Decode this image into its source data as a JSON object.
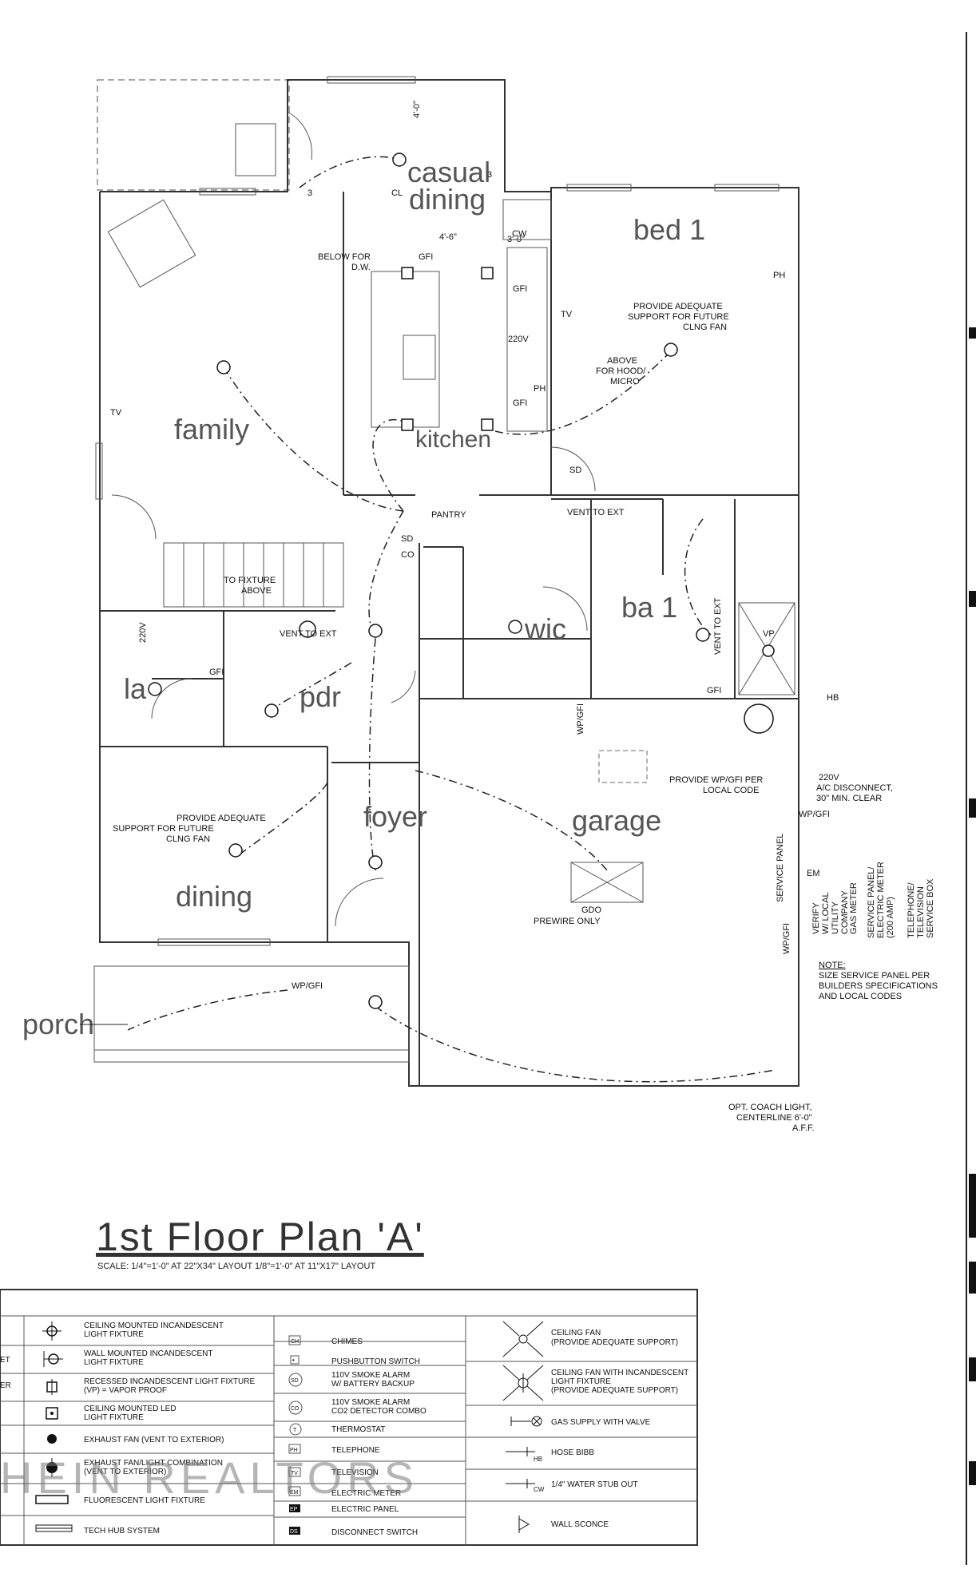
{
  "plan": {
    "title": "1st Floor Plan 'A'",
    "scale": "SCALE: 1/4\"=1'-0\" AT 22\"X34\" LAYOUT   1/8\"=1'-0\" AT 11\"X17\" LAYOUT"
  },
  "rooms": {
    "casual_dining_1": "casual",
    "casual_dining_2": "dining",
    "bed1": "bed 1",
    "family": "family",
    "kitchen": "kitchen",
    "wic": "wic",
    "ba1": "ba 1",
    "la": "la",
    "pdr": "pdr",
    "foyer": "foyer",
    "garage": "garage",
    "dining": "dining",
    "porch": "porch"
  },
  "notes": {
    "dim_4_0": "4'-0\"",
    "dim_4_6": "4'-6\"",
    "dim_3_0": "3'-0\"",
    "cl": "CL",
    "three_a": "3",
    "three_b": "3",
    "below_dw_1": "BELOW FOR",
    "below_dw_2": "D.W.",
    "gfi_a": "GFI",
    "gfi_b": "GFI",
    "gfi_c": "GFI",
    "gfi_d": "GFI",
    "gfi_e": "GFI",
    "v220_kitchen": "220V",
    "bed1_fan_1": "PROVIDE ADEQUATE",
    "bed1_fan_2": "SUPPORT FOR FUTURE",
    "bed1_fan_3": "CLNG FAN",
    "hood_1": "ABOVE",
    "hood_2": "FOR HOOD/",
    "hood_3": "MICRO",
    "pantry": "PANTRY",
    "vent_ext_ba": "VENT TO EXT",
    "vent_ext_vert": "VENT TO EXT",
    "to_fixture_1": "TO FIXTURE",
    "to_fixture_2": "ABOVE",
    "vent_ext_pdr": "VENT TO EXT",
    "v220_la": "220V",
    "wp_gfi_a": "WP/GFI",
    "wp_gfi_b": "WP/GFI",
    "wp_gfi_c": "WP/GFI",
    "wp_gfi_d": "WP/GFI",
    "hb": "HB",
    "wp_per_1": "PROVIDE WP/GFI PER",
    "wp_per_2": "LOCAL CODE",
    "ac_1": "220V",
    "ac_2": "A/C DISCONNECT,",
    "ac_3": "30\" MIN. CLEAR",
    "dining_fan_1": "PROVIDE ADEQUATE",
    "dining_fan_2": "SUPPORT FOR FUTURE",
    "dining_fan_3": "CLNG FAN",
    "gdo_1": "GDO",
    "gdo_2": "PREWIRE ONLY",
    "service_panel": "SERVICE PANEL",
    "verify_1": "VERIFY",
    "verify_2": "W/ LOCAL",
    "verify_3": "UTILITY",
    "verify_4": "COMPANY",
    "gas_meter": "GAS METER",
    "svc_elec_1": "SERVICE PANEL/",
    "svc_elec_2": "ELECTRIC METER",
    "svc_elec_3": "(200 AMP)",
    "tv_box_1": "TELEPHONE/",
    "tv_box_2": "TELEVISION",
    "tv_box_3": "SERVICE BOX",
    "note_head": "NOTE:",
    "note_1": "SIZE SERVICE PANEL PER",
    "note_2": "BUILDERS SPECIFICATIONS",
    "note_3": "AND LOCAL CODES",
    "coach_1": "OPT. COACH LIGHT,",
    "coach_2": "CENTERLINE 6'-0\"",
    "coach_3": "A.F.F.",
    "tv_fam": "TV",
    "tv_bed": "TV",
    "ph_bed": "PH",
    "ph_kit": "PH",
    "sd_a": "SD",
    "sd_b": "SD",
    "co": "CO",
    "cw": "CW",
    "vp": "VP",
    "em": "EM"
  },
  "legend": {
    "col1": [
      {
        "icon": "ceiling-light-icon",
        "text_1": "CEILING MOUNTED INCANDESCENT",
        "text_2": "LIGHT FIXTURE"
      },
      {
        "icon": "wall-light-icon",
        "text_1": "WALL MOUNTED INCANDESCENT",
        "text_2": "LIGHT FIXTURE"
      },
      {
        "icon": "recessed-light-icon",
        "text_1": "RECESSED INCANDESCENT LIGHT FIXTURE",
        "text_2": "(VP) = VAPOR PROOF"
      },
      {
        "icon": "led-light-icon",
        "text_1": "CEILING MOUNTED LED",
        "text_2": "LIGHT FIXTURE"
      },
      {
        "icon": "exhaust-fan-icon",
        "text_1": "EXHAUST FAN (VENT TO EXTERIOR)",
        "text_2": ""
      },
      {
        "icon": "exhaust-fan-light-icon",
        "text_1": "EXHAUST FAN/LIGHT COMBINATION",
        "text_2": "(VENT TO EXTERIOR)"
      },
      {
        "icon": "fluorescent-light-icon",
        "text_1": "FLUORESCENT LIGHT FIXTURE",
        "text_2": ""
      },
      {
        "icon": "tech-hub-icon",
        "text_1": "TECH HUB SYSTEM",
        "text_2": ""
      }
    ],
    "col2": [
      {
        "abbr": "CH",
        "text_1": "CHIMES",
        "text_2": ""
      },
      {
        "abbr": "•",
        "text_1": "PUSHBUTTON SWITCH",
        "text_2": ""
      },
      {
        "abbr": "SD",
        "text_1": "110V SMOKE ALARM",
        "text_2": "W/ BATTERY BACKUP"
      },
      {
        "abbr": "CO",
        "text_1": "110V SMOKE ALARM",
        "text_2": "CO2 DETECTOR COMBO"
      },
      {
        "abbr": "T",
        "text_1": "THERMOSTAT",
        "text_2": ""
      },
      {
        "abbr": "PH",
        "text_1": "TELEPHONE",
        "text_2": ""
      },
      {
        "abbr": "TV",
        "text_1": "TELEVISION",
        "text_2": ""
      },
      {
        "abbr": "EM",
        "text_1": "ELECTRIC METER",
        "text_2": ""
      },
      {
        "abbr": "EP",
        "text_1": "ELECTRIC PANEL",
        "text_2": ""
      },
      {
        "abbr": "DS",
        "text_1": "DISCONNECT SWITCH",
        "text_2": ""
      }
    ],
    "col3": [
      {
        "icon": "ceiling-fan-icon",
        "text_1": "CEILING FAN",
        "text_2": "(PROVIDE ADEQUATE SUPPORT)",
        "text_3": ""
      },
      {
        "icon": "ceiling-fan-light-icon",
        "text_1": "CEILING FAN WITH INCANDESCENT",
        "text_2": "LIGHT FIXTURE",
        "text_3": "(PROVIDE ADEQUATE SUPPORT)"
      },
      {
        "icon": "gas-valve-icon",
        "text_1": "GAS SUPPLY WITH VALVE",
        "text_2": "",
        "text_3": ""
      },
      {
        "icon": "hose-bibb-icon",
        "text_1": "HOSE BIBB",
        "text_2": "",
        "text_3": ""
      },
      {
        "icon": "water-stub-icon",
        "text_1": "1/4\" WATER STUB OUT",
        "text_2": "",
        "text_3": ""
      },
      {
        "icon": "wall-sconce-icon",
        "text_1": "WALL SCONCE",
        "text_2": "",
        "text_3": ""
      }
    ],
    "edge_fragments": [
      "ET",
      "ER"
    ]
  },
  "watermark": "HEIN REALTORS"
}
